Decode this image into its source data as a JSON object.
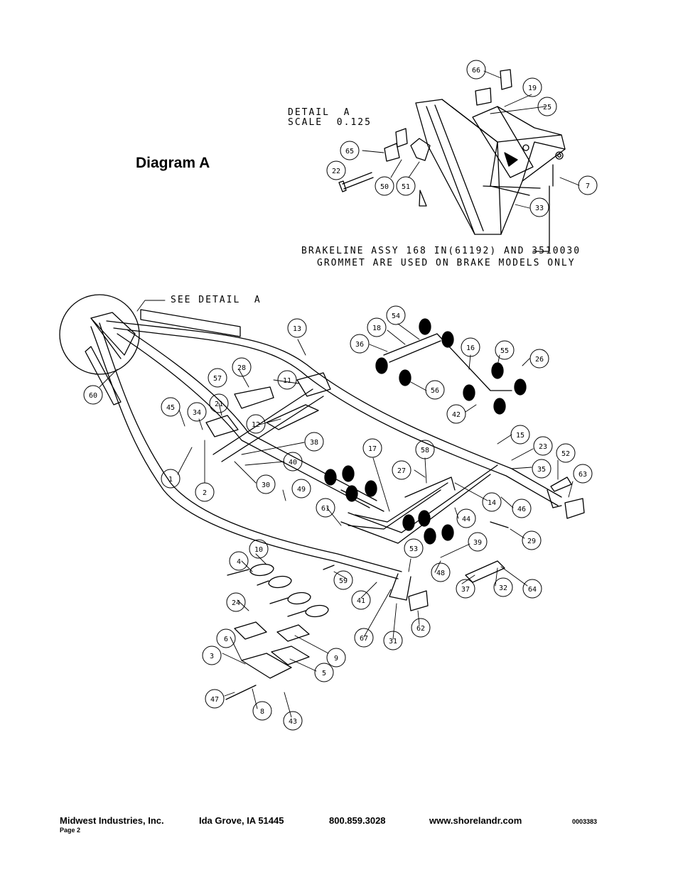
{
  "title": "Diagram A",
  "detail": {
    "line1": "DETAIL  A",
    "line2": "SCALE  0.125"
  },
  "note": {
    "line1": "BRAKELINE ASSY 168 IN(61192) AND 3510030",
    "line2": "GROMMET ARE USED ON BRAKE MODELS ONLY"
  },
  "see_detail": "SEE DETAIL  A",
  "footer": {
    "company": "Midwest Industries, Inc.",
    "city": "Ida Grove, IA  51445",
    "phone": "800.859.3028",
    "website": "www.shorelandr.com",
    "doc_number": "0003383",
    "page": "Page 2"
  },
  "callouts": [
    "66",
    "19",
    "25",
    "65",
    "22",
    "50",
    "51",
    "7",
    "33",
    "13",
    "54",
    "18",
    "36",
    "16",
    "55",
    "26",
    "56",
    "42",
    "28",
    "11",
    "57",
    "21",
    "12",
    "45",
    "34",
    "1",
    "2",
    "38",
    "40",
    "30",
    "49",
    "15",
    "23",
    "35",
    "52",
    "63",
    "17",
    "58",
    "27",
    "14",
    "46",
    "61",
    "44",
    "29",
    "39",
    "53",
    "48",
    "37",
    "32",
    "64",
    "10",
    "4",
    "59",
    "41",
    "24",
    "67",
    "31",
    "62",
    "6",
    "9",
    "3",
    "5",
    "47",
    "8",
    "43",
    "60"
  ]
}
